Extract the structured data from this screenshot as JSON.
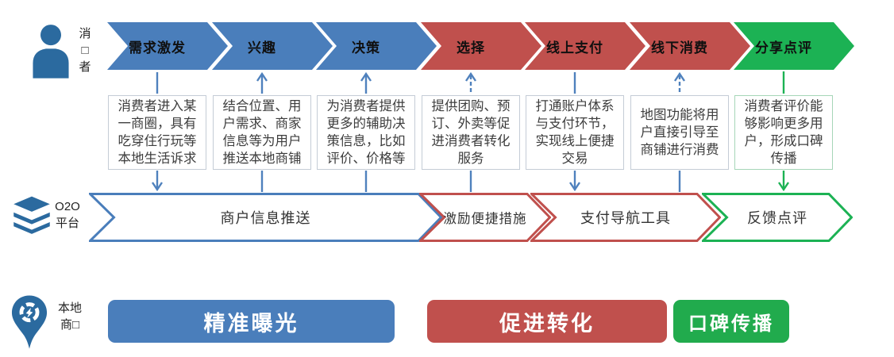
{
  "consumer": {
    "row_label": "消\n□\n者",
    "stages": [
      {
        "label": "需求激发",
        "color": "#4a7ebb"
      },
      {
        "label": "兴趣",
        "color": "#4a7ebb"
      },
      {
        "label": "决策",
        "color": "#4a7ebb"
      },
      {
        "label": "选择",
        "color": "#c0504d"
      },
      {
        "label": "线上支付",
        "color": "#c0504d"
      },
      {
        "label": "线下消费",
        "color": "#c0504d"
      },
      {
        "label": "分享点评",
        "color": "#1cb254"
      }
    ],
    "notes": [
      {
        "text": "消费者进入某一商圈，具有吃穿住行玩等本地生活诉求"
      },
      {
        "text": "结合位置、用户需求、商家信息等为用户推送本地商铺"
      },
      {
        "text": "为消费者提供更多的辅助决策信息，比如评价、价格等"
      },
      {
        "text": "提供团购、预订、外卖等促进消费者转化服务"
      },
      {
        "text": "打通账户体系与支付环节，实现线上便捷交易"
      },
      {
        "text": "地图功能将用户直接引导至商铺进行消费"
      },
      {
        "text": "消费者评价能够影响更多用户，形成口碑传播"
      }
    ]
  },
  "platform": {
    "row_label": "O2O\n平台",
    "chevrons": [
      {
        "label": "商户信息推送",
        "color": "#4a7ebb"
      },
      {
        "label": "激励便捷措施",
        "color": "#c0504d"
      },
      {
        "label": "支付导航工具",
        "color": "#c0504d"
      },
      {
        "label": "反馈点评",
        "color": "#1cb254"
      }
    ]
  },
  "merchant": {
    "row_label": "本地\n商□",
    "bars": [
      {
        "label": "精准曝光",
        "color": "#4a7ebb"
      },
      {
        "label": "促进转化",
        "color": "#c0504d"
      },
      {
        "label": "口碑传播",
        "color": "#21ab4d"
      }
    ]
  },
  "icons": {
    "consumer": "person-icon",
    "platform": "layers-icon",
    "merchant": "map-pin-icon"
  },
  "colors": {
    "connector_blue": "#4f81bd",
    "connector_green": "#1cb254",
    "icon_blue": "#2b6a9f",
    "box_border": "#c4ccd6",
    "box_border_green": "#a6d6b8"
  }
}
